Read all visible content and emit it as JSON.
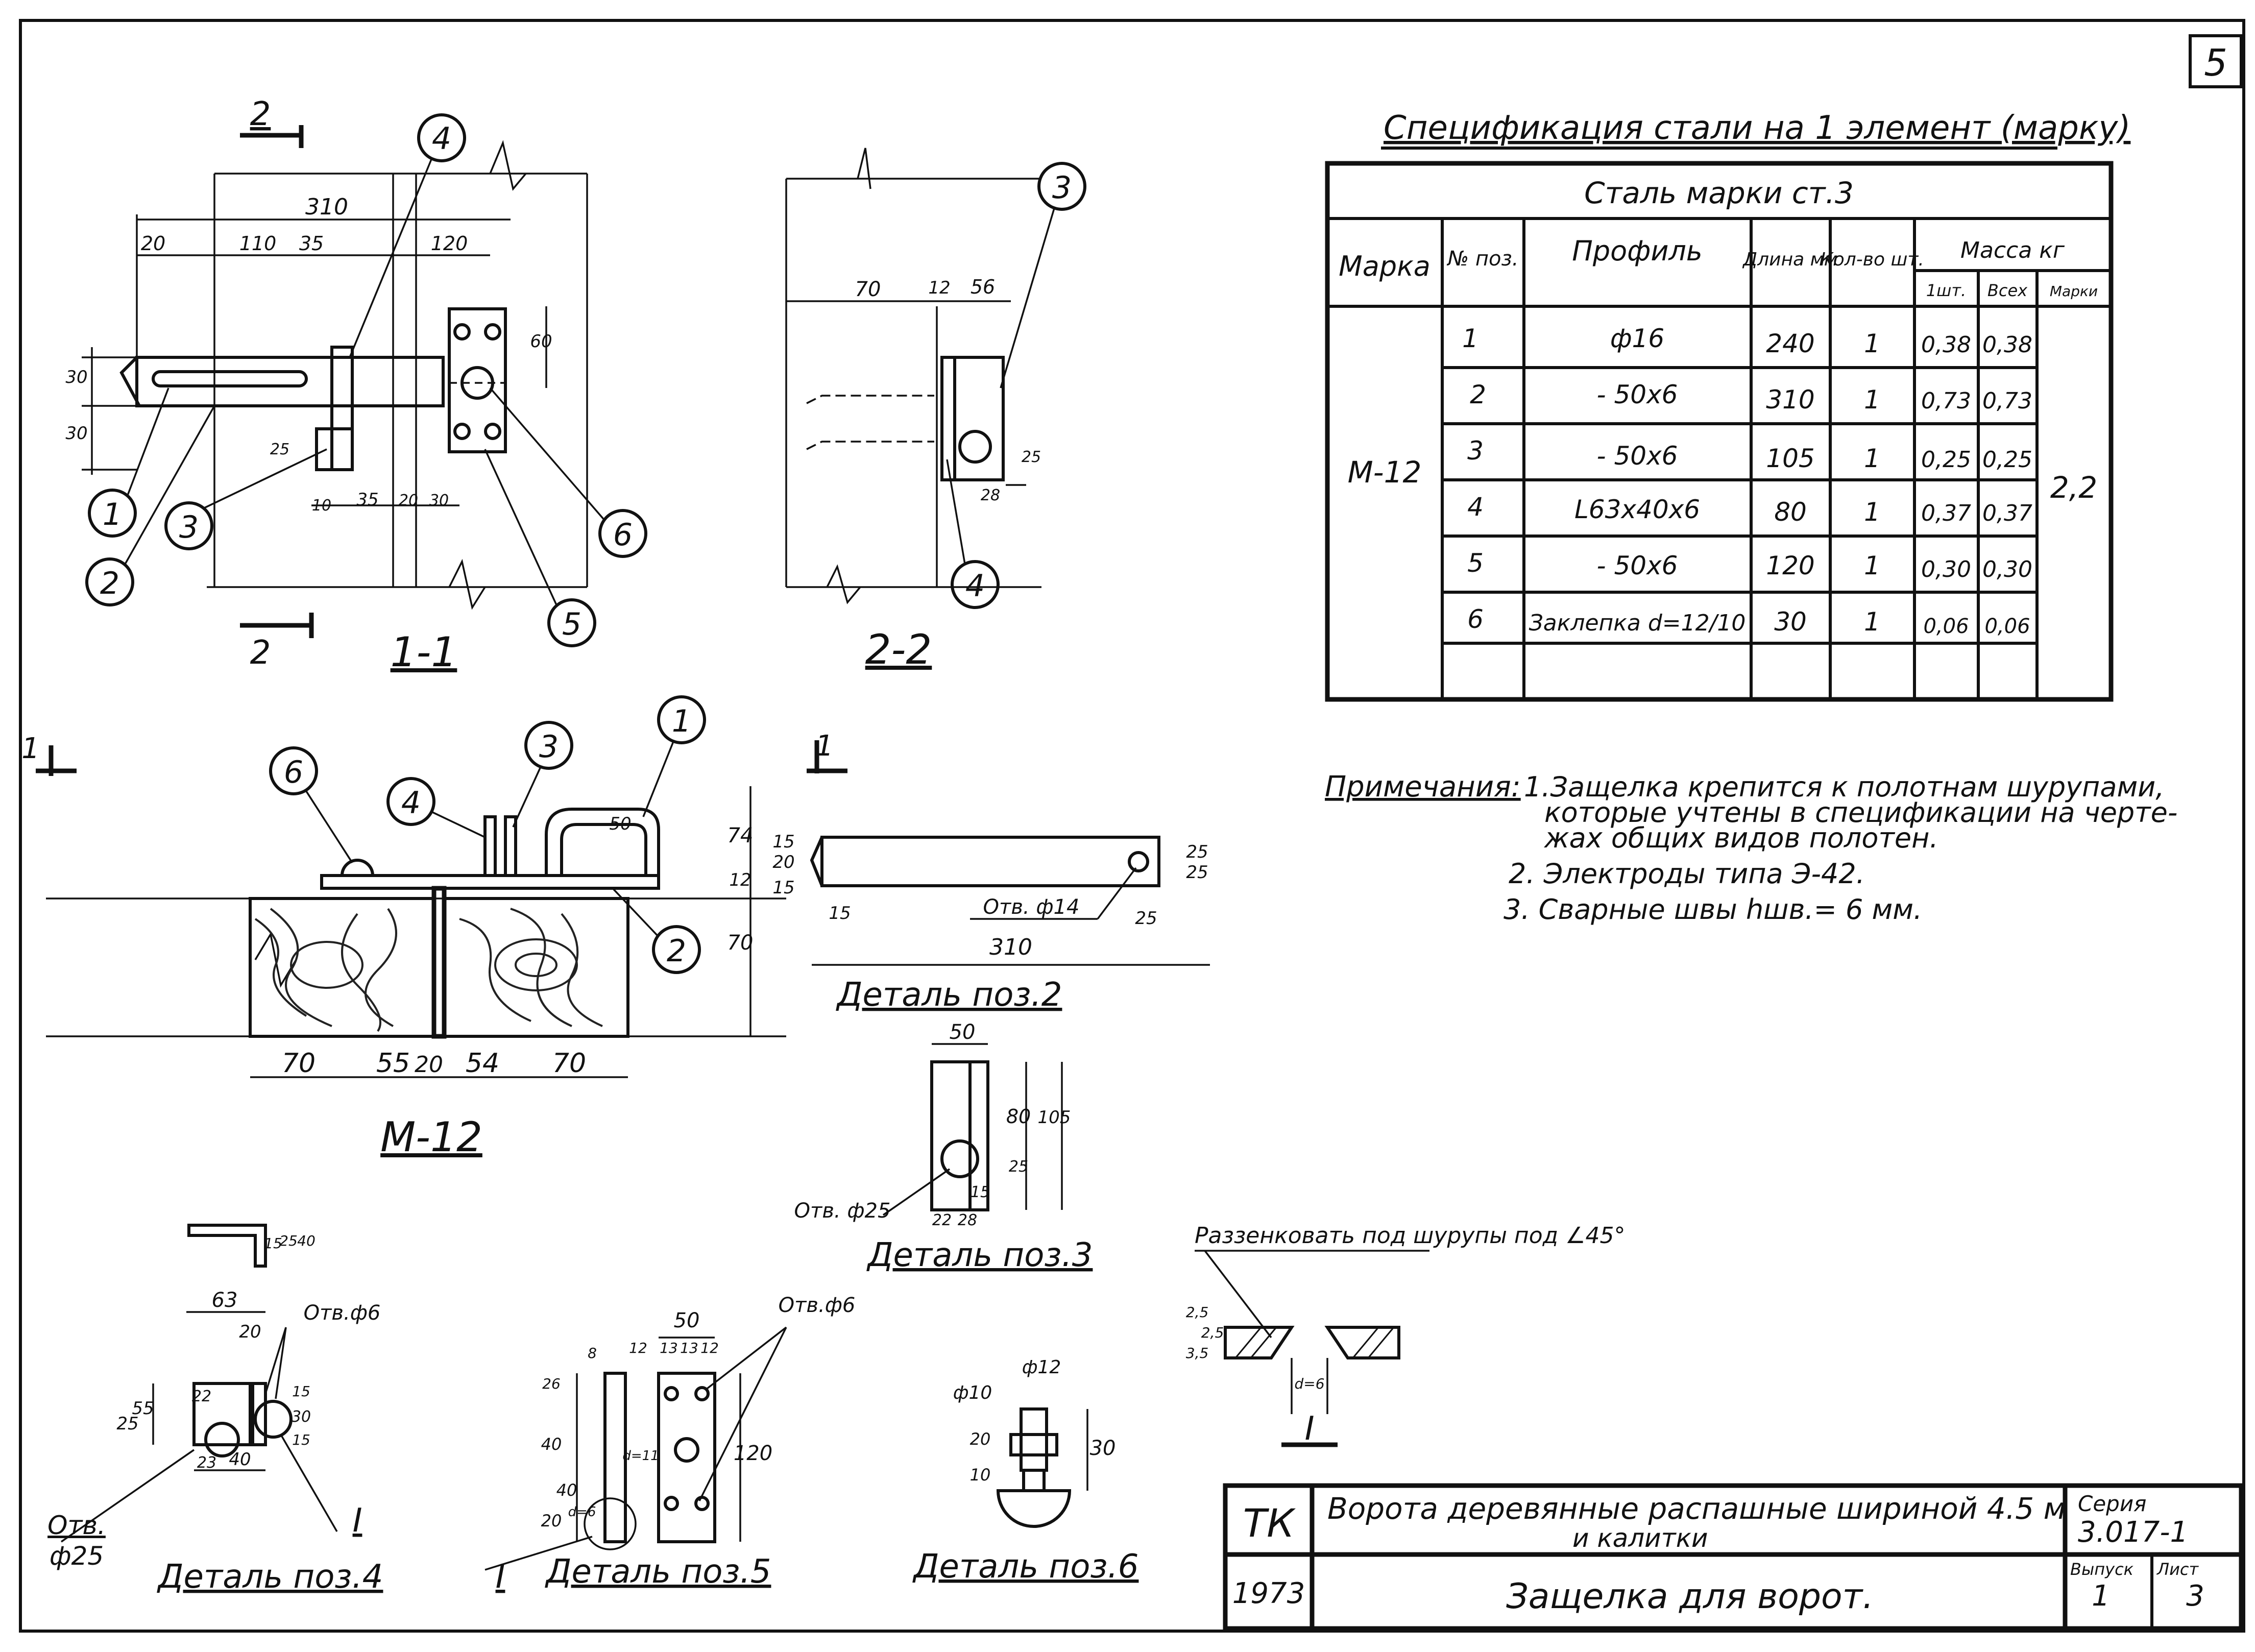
{
  "sheet_number": "5",
  "spec": {
    "title": "Спецификация стали на 1 элемент (марку)",
    "steel_grade": "Сталь марки ст.3",
    "headers": {
      "mark": "Марка",
      "pos": "№ поз.",
      "profile": "Профиль",
      "length": "Длина мм",
      "qty": "Кол-во шт.",
      "mass": "Масса кг",
      "mass_one": "1шт.",
      "mass_all": "Всех",
      "mass_mark": "Марки"
    },
    "mark": "М-12",
    "total_mass": "2,2",
    "rows": [
      {
        "pos": "1",
        "profile": "ф16",
        "length": "240",
        "qty": "1",
        "m1": "0,38",
        "mall": "0,38"
      },
      {
        "pos": "2",
        "profile": "- 50x6",
        "length": "310",
        "qty": "1",
        "m1": "0,73",
        "mall": "0,73"
      },
      {
        "pos": "3",
        "profile": "- 50x6",
        "length": "105",
        "qty": "1",
        "m1": "0,25",
        "mall": "0,25"
      },
      {
        "pos": "4",
        "profile": "L63x40x6",
        "length": "80",
        "qty": "1",
        "m1": "0,37",
        "mall": "0,37"
      },
      {
        "pos": "5",
        "profile": "- 50x6",
        "length": "120",
        "qty": "1",
        "m1": "0,30",
        "mall": "0,30"
      },
      {
        "pos": "6",
        "profile": "Заклепка d=12/10",
        "length": "30",
        "qty": "1",
        "m1": "0,06",
        "mall": "0,06"
      }
    ]
  },
  "notes": {
    "label": "Примечания:",
    "items": [
      "1.Защелка крепится к полотнам шурупами,",
      "которые учтены в спецификации на черте-",
      "жах общих видов полотен.",
      "2. Электроды типа Э-42.",
      "3. Сварные швы hшв.= 6 мм."
    ]
  },
  "views": {
    "section_1_1": "1-1",
    "section_2_2": "2-2",
    "m12": "М-12",
    "detail_2": "Деталь поз.2",
    "detail_3": "Деталь поз.3",
    "detail_4": "Деталь поз.4",
    "detail_5": "Деталь поз.5",
    "detail_6": "Деталь поз.6",
    "node_I": "I",
    "countersink": "Раззенковать под шурупы под ∠45°",
    "cut_2": "2",
    "cut_1": "1"
  },
  "dims": {
    "s11": [
      "310",
      "20",
      "110",
      "35",
      "120",
      "30",
      "30",
      "60",
      "25",
      "10",
      "35",
      "20",
      "30"
    ],
    "s22": [
      "70",
      "12",
      "56",
      "25",
      "28"
    ],
    "m12": [
      "70",
      "55",
      "20",
      "54",
      "70",
      "74",
      "12",
      "70",
      "50"
    ],
    "d2": [
      "15",
      "20",
      "15",
      "25",
      "25",
      "15",
      "Отв. ф14",
      "310",
      "25"
    ],
    "d3": [
      "50",
      "80",
      "105",
      "25",
      "15",
      "22",
      "28",
      "Отв. ф25"
    ],
    "d4": [
      "63",
      "20",
      "Отв.ф6",
      "25",
      "55",
      "22",
      "15",
      "30",
      "15",
      "23",
      "40",
      "Отв.",
      "ф25",
      "15",
      "25",
      "40"
    ],
    "d5": [
      "50",
      "8",
      "12",
      "13",
      "13",
      "12",
      "Отв.ф6",
      "120",
      "20",
      "40",
      "40",
      "26",
      "d=6",
      "d=11"
    ],
    "d6": [
      "ф12",
      "ф10",
      "10",
      "20",
      "30"
    ],
    "nodeI": [
      "2,5",
      "2,5",
      "3,5",
      "d=6"
    ]
  },
  "title_block": {
    "org": "ТК",
    "year": "1973",
    "project_line1": "Ворота деревянные распашные шириной 4.5 м",
    "project_line2": "и калитки",
    "sheet_title": "Защелка для ворот.",
    "series_label": "Серия",
    "series": "3.017-1",
    "issue_label": "Выпуск",
    "issue": "1",
    "sheet_label": "Лист",
    "sheet": "3"
  },
  "callouts": [
    "1",
    "2",
    "3",
    "4",
    "5",
    "6"
  ]
}
